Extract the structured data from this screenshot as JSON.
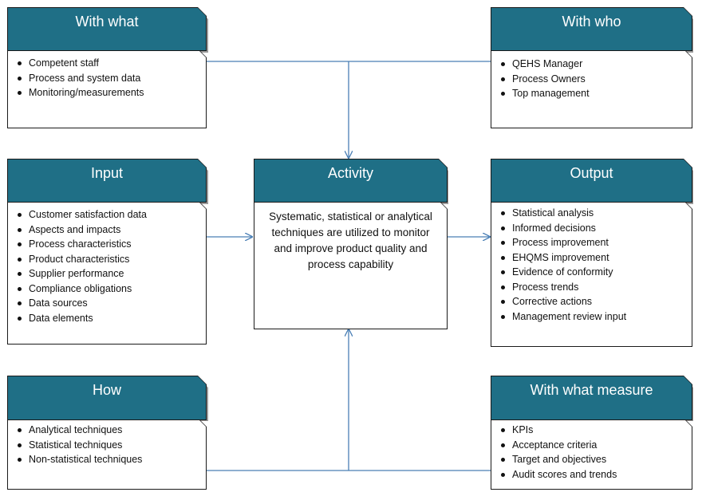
{
  "boxes": {
    "with_what": {
      "title": "With what",
      "items": [
        "Competent staff",
        "Process and system data",
        "Monitoring/measurements"
      ]
    },
    "with_who": {
      "title": "With who",
      "items": [
        "QEHS Manager",
        "Process Owners",
        "Top management"
      ]
    },
    "input": {
      "title": "Input",
      "items": [
        "Customer satisfaction data",
        "Aspects and impacts",
        "Process characteristics",
        "Product characteristics",
        "Supplier performance",
        "Compliance obligations",
        "Data sources",
        "Data elements"
      ]
    },
    "activity": {
      "title": "Activity",
      "text": "Systematic, statistical or analytical techniques are utilized to monitor and improve product quality and process capability"
    },
    "output": {
      "title": "Output",
      "items": [
        "Statistical analysis",
        "Informed decisions",
        "Process improvement",
        "EHQMS improvement",
        "Evidence of conformity",
        "Process trends",
        "Corrective actions",
        "Management review input"
      ]
    },
    "how": {
      "title": "How",
      "items": [
        "Analytical techniques",
        "Statistical techniques",
        "Non-statistical techniques"
      ]
    },
    "with_what_measure": {
      "title": "With what measure",
      "items": [
        "KPIs",
        "Acceptance criteria",
        "Target and objectives",
        "Audit scores and trends"
      ]
    }
  },
  "colors": {
    "header_fill": "#1f6f86",
    "connector": "#4a7fb5"
  }
}
